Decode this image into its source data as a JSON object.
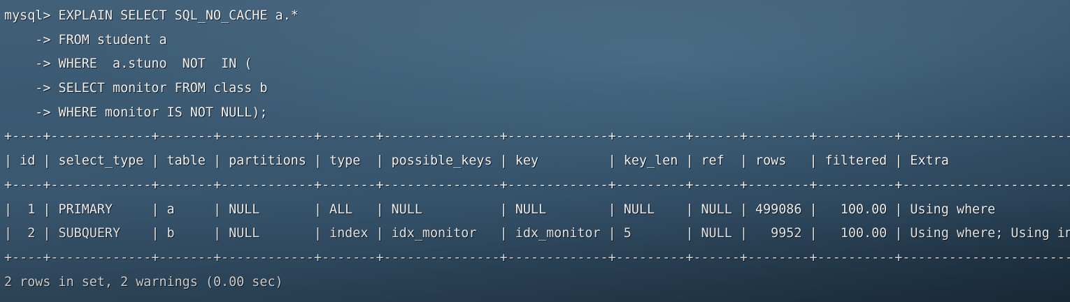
{
  "terminal": {
    "prompt": "mysql>",
    "continuation_prompt": "->",
    "foreground_color": "#f2f2f2",
    "background_color": "#35536b"
  },
  "query": {
    "lines": [
      "mysql> EXPLAIN SELECT SQL_NO_CACHE a.*",
      "    -> FROM student a",
      "    -> WHERE  a.stuno  NOT  IN (",
      "    -> SELECT monitor FROM class b",
      "    -> WHERE monitor IS NOT NULL);"
    ],
    "statement": "EXPLAIN SELECT SQL_NO_CACHE a.* FROM student a WHERE  a.stuno  NOT  IN ( SELECT monitor FROM class b WHERE monitor IS NOT NULL);"
  },
  "result_table": {
    "columns": [
      {
        "name": "id",
        "width": 2,
        "align": "right"
      },
      {
        "name": "select_type",
        "width": 11,
        "align": "left"
      },
      {
        "name": "table",
        "width": 5,
        "align": "left"
      },
      {
        "name": "partitions",
        "width": 10,
        "align": "left"
      },
      {
        "name": "type",
        "width": 5,
        "align": "left"
      },
      {
        "name": "possible_keys",
        "width": 13,
        "align": "left"
      },
      {
        "name": "key",
        "width": 11,
        "align": "left"
      },
      {
        "name": "key_len",
        "width": 7,
        "align": "left"
      },
      {
        "name": "ref",
        "width": 4,
        "align": "left"
      },
      {
        "name": "rows",
        "width": 6,
        "align": "right"
      },
      {
        "name": "filtered",
        "width": 8,
        "align": "right"
      },
      {
        "name": "Extra",
        "width": 24,
        "align": "left"
      }
    ],
    "rows": [
      {
        "id": "1",
        "select_type": "PRIMARY",
        "table": "a",
        "partitions": "NULL",
        "type": "ALL",
        "possible_keys": "NULL",
        "key": "NULL",
        "key_len": "NULL",
        "ref": "NULL",
        "rows": "499086",
        "filtered": "100.00",
        "Extra": "Using where"
      },
      {
        "id": "2",
        "select_type": "SUBQUERY",
        "table": "b",
        "partitions": "NULL",
        "type": "index",
        "possible_keys": "idx_monitor",
        "key": "idx_monitor",
        "key_len": "5",
        "ref": "NULL",
        "rows": "9952",
        "filtered": "100.00",
        "Extra": "Using where; Using index"
      }
    ]
  },
  "status": {
    "summary": "2 rows in set, 2 warnings (0.00 sec)",
    "row_count": 2,
    "warning_count": 2,
    "duration": "0.00 sec"
  }
}
